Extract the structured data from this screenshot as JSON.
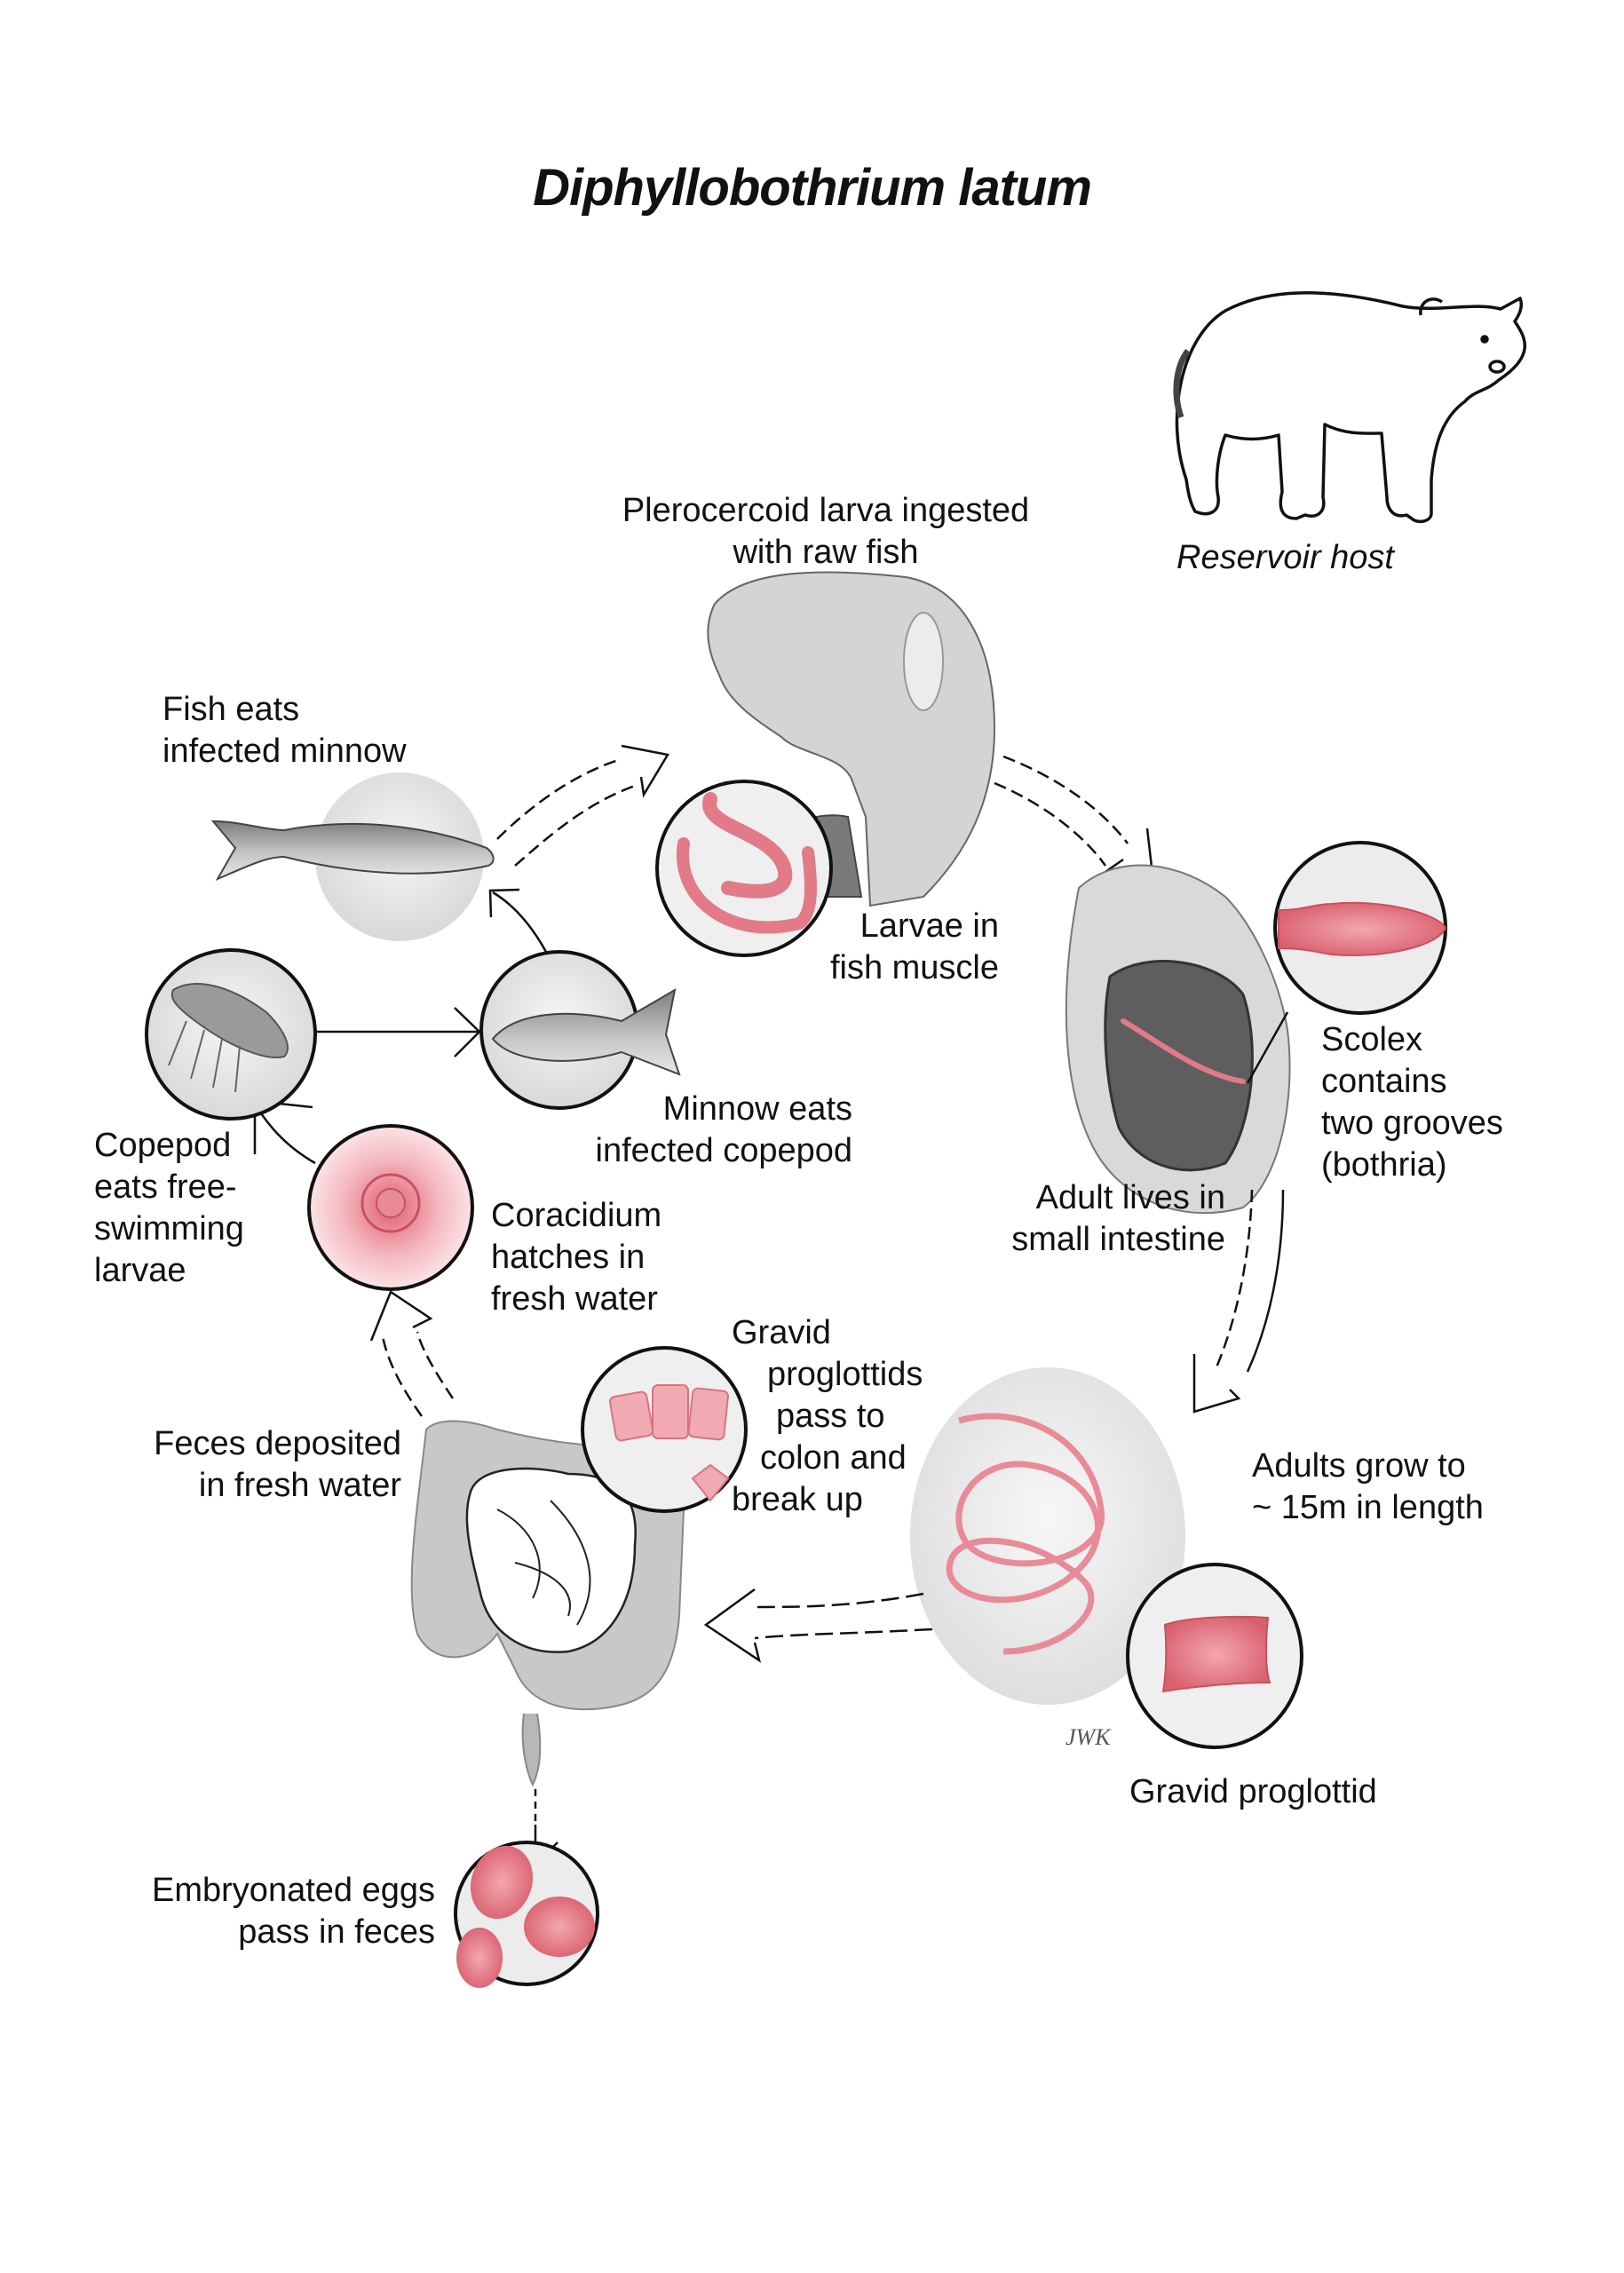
{
  "title": "Diphyllobothrium latum",
  "colors": {
    "parasite_pink": "#e8808c",
    "parasite_light": "#f5c2c8",
    "tissue_gray": "#c9c9c9",
    "outline": "#111111",
    "background": "#ffffff"
  },
  "reservoir": {
    "label": "Reservoir host",
    "icon": "bear-icon"
  },
  "stages": [
    {
      "id": "ingestion",
      "lines": [
        "Plerocercoid larva ingested",
        "with raw fish"
      ],
      "icon": "human-head-section-icon"
    },
    {
      "id": "fish-muscle",
      "lines": [
        "Larvae in",
        "fish muscle"
      ],
      "icon": "larvae-in-muscle-icon"
    },
    {
      "id": "scolex",
      "lines": [
        "Scolex",
        "contains",
        "two grooves",
        "(bothria)"
      ],
      "icon": "scolex-icon"
    },
    {
      "id": "adult",
      "lines": [
        "Adult lives in",
        "small intestine"
      ],
      "icon": "small-intestine-section-icon"
    },
    {
      "id": "adult-length",
      "lines": [
        "Adults grow to",
        "~ 15m in length"
      ],
      "icon": "adult-worm-icon"
    },
    {
      "id": "gravid-proglottid",
      "lines": [
        "Gravid proglottid"
      ],
      "icon": "proglottid-icon"
    },
    {
      "id": "proglottids-colon",
      "lines": [
        "Gravid",
        "proglottids",
        "pass to",
        "colon and",
        "break up"
      ],
      "icon": "broken-proglottids-icon"
    },
    {
      "id": "feces",
      "lines": [
        "Feces deposited",
        "in fresh water"
      ],
      "icon": "intestines-icon"
    },
    {
      "id": "eggs",
      "lines": [
        "Embryonated eggs",
        "pass in feces"
      ],
      "icon": "eggs-icon"
    },
    {
      "id": "coracidium",
      "lines": [
        "Coracidium",
        "hatches in",
        "fresh water"
      ],
      "icon": "coracidium-icon"
    },
    {
      "id": "copepod",
      "lines": [
        "Copepod",
        "eats free-",
        "swimming",
        "larvae"
      ],
      "icon": "copepod-icon"
    },
    {
      "id": "minnow",
      "lines": [
        "Minnow eats",
        "infected copepod"
      ],
      "icon": "minnow-icon"
    },
    {
      "id": "fish",
      "lines": [
        "Fish eats",
        "infected minnow"
      ],
      "icon": "fish-icon"
    }
  ],
  "signature": "JWK"
}
